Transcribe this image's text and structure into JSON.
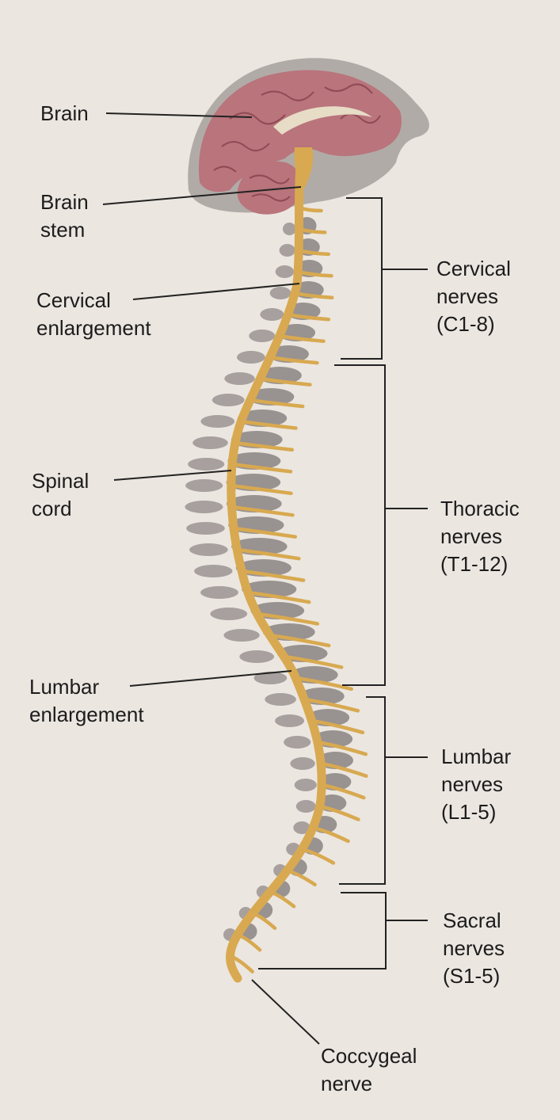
{
  "diagram": {
    "left_labels": {
      "brain": [
        "Brain"
      ],
      "brain_stem": [
        "Brain",
        "stem"
      ],
      "cervical_enlargement": [
        "Cervical",
        "enlargement"
      ],
      "spinal_cord": [
        "Spinal",
        "cord"
      ],
      "lumbar_enlargement": [
        "Lumbar",
        "enlargement"
      ],
      "coccygeal_nerve": [
        "Coccygeal",
        "nerve"
      ]
    },
    "nerve_groups": [
      {
        "id": "cervical",
        "lines": [
          "Cervical",
          "nerves",
          "(C1-8)"
        ]
      },
      {
        "id": "thoracic",
        "lines": [
          "Thoracic",
          "nerves",
          "(T1-12)"
        ]
      },
      {
        "id": "lumbar",
        "lines": [
          "Lumbar",
          "nerves",
          "(L1-5)"
        ]
      },
      {
        "id": "sacral",
        "lines": [
          "Sacral",
          "nerves",
          "(S1-5)"
        ]
      }
    ],
    "colors": {
      "background": "#ebe6e0",
      "brain": "#b9747c",
      "brain_fold": "#8f4a55",
      "skull": "#a29c99",
      "vertebra": "#8a8281",
      "spinal_cord": "#d8a950",
      "text": "#1c1c1c",
      "leader_line": "#222222"
    }
  }
}
